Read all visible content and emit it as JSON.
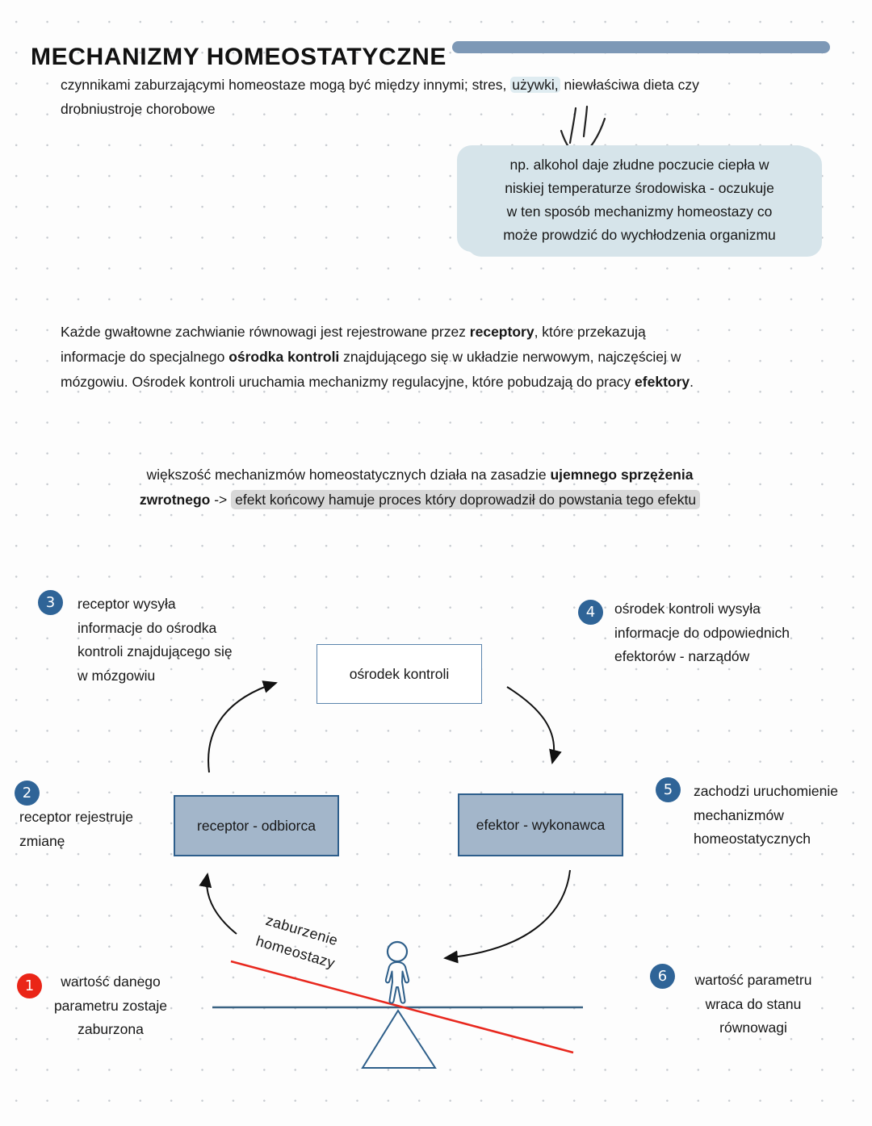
{
  "title": "MECHANIZMY HOMEOSTATYCZNE",
  "intro": {
    "l1a": "czynnikami zaburzającymi homeostaze mogą być między innymi; stres, ",
    "l1b": "używki,",
    "l1c": " niewłaściwa dieta czy",
    "l2": "drobniustroje chorobowe"
  },
  "note": {
    "l1": "np. alkohol daje złudne poczucie ciepła w",
    "l2": "niskiej temperaturze środowiska - oczukuje",
    "l3": "w ten sposób mechanizmy homeostazy co",
    "l4": "może prowdzić do wychłodzenia organizmu"
  },
  "body": {
    "l1a": "Każde gwałtowne zachwianie równowagi jest rejestrowane przez ",
    "l1b": "receptory",
    "l1c": ", które przekazują",
    "l2a": "informacje do specjalnego ",
    "l2b": "ośrodka kontroli",
    "l2c": " znajdującego się w układzie nerwowym, najczęściej w",
    "l3a": "mózgowiu. Ośrodek kontroli uruchamia mechanizmy regulacyjne, które pobudzają do pracy ",
    "l3b": "efektory",
    "l3c": "."
  },
  "feedback": {
    "l1a": "większość mechanizmów homeostatycznych działa na zasadzie ",
    "l1b": "ujemnego sprzężenia",
    "l2a": "zwrotnego",
    "l2b": " -> ",
    "l2c": "efekt końcowy hamuje proces który doprowadził do powstania tego efektu"
  },
  "diagram": {
    "control_box": "ośrodek kontroli",
    "receptor_box": "receptor - odbiorca",
    "effector_box": "efektor - wykonawca",
    "seesaw_label_l1": "zaburzenie",
    "seesaw_label_l2": "homeostazy",
    "steps": [
      {
        "num": "1",
        "l1": "wartość danego",
        "l2": "parametru zostaje",
        "l3": "zaburzona"
      },
      {
        "num": "2",
        "l1": "receptor rejestruje",
        "l2": "zmianę"
      },
      {
        "num": "3",
        "l1": "receptor wysyła",
        "l2": "informacje do ośrodka",
        "l3": "kontroli znajdującego się",
        "l4": "w mózgowiu"
      },
      {
        "num": "4",
        "l1": "ośrodek kontroli wysyła",
        "l2": "informacje do odpowiednich",
        "l3": "efektorów - narządów"
      },
      {
        "num": "5",
        "l1": "zachodzi uruchomienie",
        "l2": "mechanizmów",
        "l3": "homeostatycznych"
      },
      {
        "num": "6",
        "l1": "wartość parametru",
        "l2": "wraca do stanu",
        "l3": "równowagi"
      }
    ]
  },
  "colors": {
    "accent_bar": "#7d98b6",
    "note_highlight": "#d6e4ea",
    "word_highlight": "#dfecf1",
    "gray_highlight": "#d8d8d8",
    "box_fill": "#a3b6ca",
    "box_border": "#2d5e8c",
    "control_box_border": "#5b85ad",
    "step_badge_blue": "#2f6497",
    "step_badge_red": "#ea2517",
    "red_line": "#e8281e",
    "diagram_stroke": "#2e5f8a",
    "beam_stroke": "#3a6383"
  }
}
